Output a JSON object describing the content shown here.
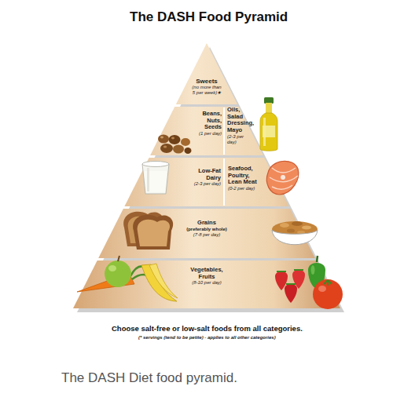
{
  "diagram": {
    "title": "The DASH Food Pyramid",
    "caption": "The DASH Diet food pyramid.",
    "nodes": [
      {
        "text": [
          "Sweets",
          "(no more than 5 per week)★"
        ]
      },
      {
        "text": [
          "Beans, Nuts, Seeds",
          "(1 per day)"
        ]
      },
      {
        "text": [
          "Oils, Salad Dressing, Mayo",
          "(2-3 per day)"
        ]
      },
      {
        "text": [
          "Low-Fat Dairy",
          "(2-3 per day)"
        ]
      },
      {
        "text": [
          "Seafood, Poultry, Lean Meat",
          "(0-2 per day)"
        ]
      },
      {
        "text": [
          "Grains",
          "(preferably whole)",
          "(7-8 per day)"
        ]
      },
      {
        "text": [
          "Vegetables, Fruits",
          "(8-10 per day)"
        ]
      }
    ],
    "labels": [
      "Choose salt-free or low-salt foods from all categories.",
      "(* servings (tend to be petite) - applies to all other categories)"
    ]
  }
}
